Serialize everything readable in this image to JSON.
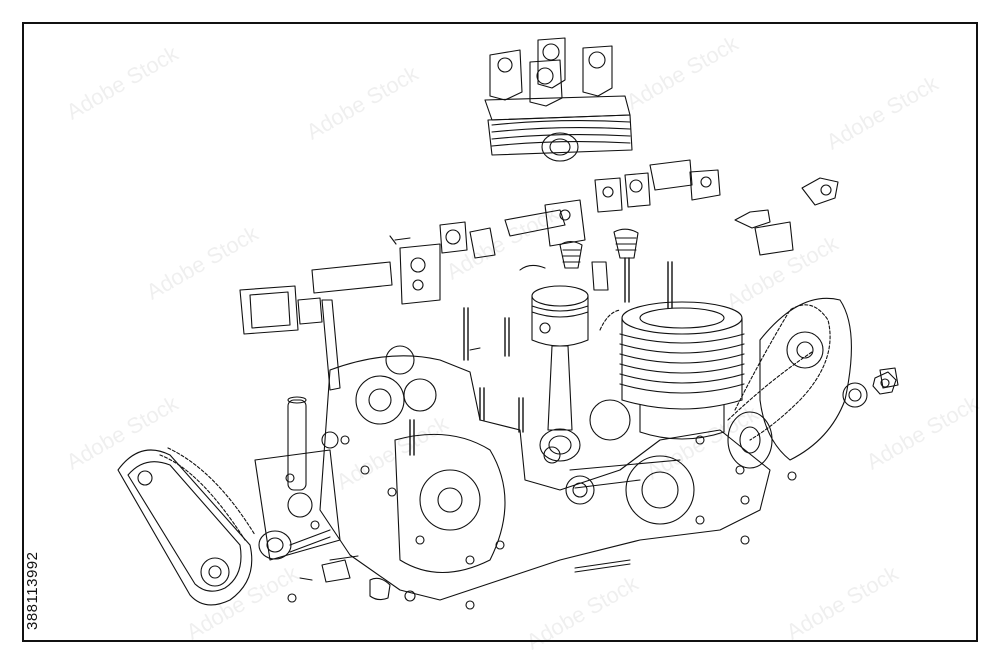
{
  "image_id_text": "388113992",
  "watermark_text": "Adobe Stock",
  "style": {
    "line_color": "#111111",
    "background": "#ffffff",
    "frame_color": "#111111"
  },
  "drawing": {
    "subject": "exploded engine line drawing",
    "parts": [
      "cylinder-head",
      "rocker-brackets",
      "valves",
      "piston",
      "connecting-rod",
      "cylinder-barrel",
      "crankcase",
      "primary-chain-cover",
      "timing-chain-cover",
      "spark-plug",
      "pushrods",
      "studs",
      "carburetor",
      "kickstart-lever",
      "gearbox",
      "sprocket",
      "nuts-and-bolts"
    ]
  }
}
